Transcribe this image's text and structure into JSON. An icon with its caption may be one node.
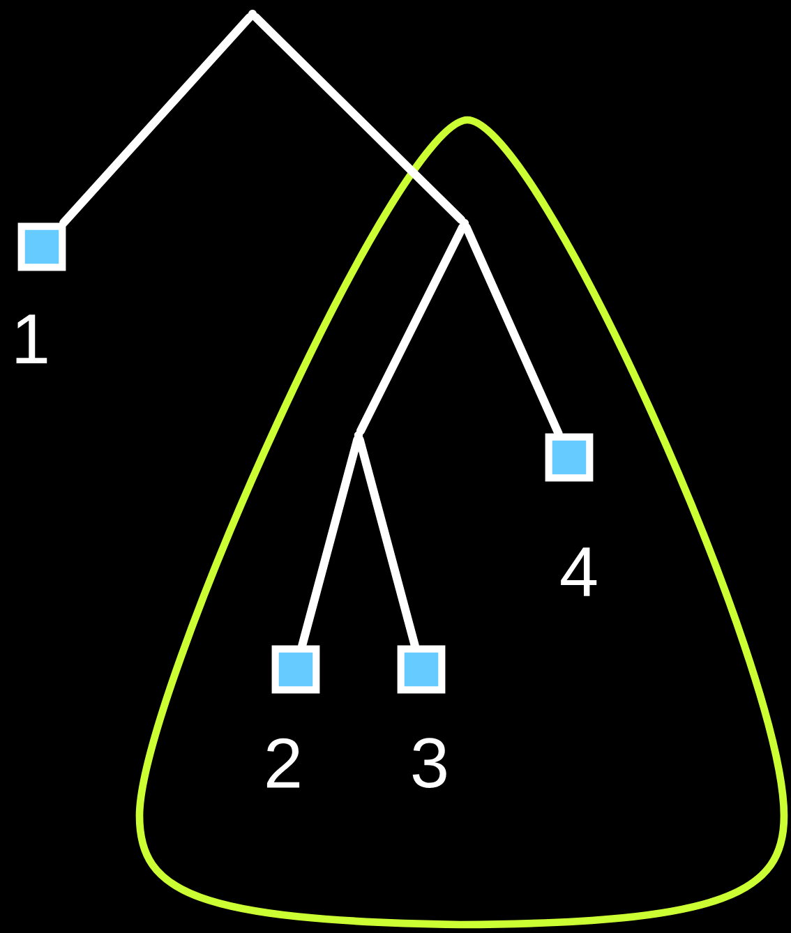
{
  "diagram": {
    "nodes": [
      {
        "text": [],
        "shape": "point"
      },
      {
        "text": [],
        "shape": "loop"
      },
      {
        "text": [],
        "shape": "box",
        "beside": [
          "1"
        ]
      },
      {
        "text": [],
        "shape": "point",
        "in": 1
      },
      {
        "text": [],
        "shape": "point",
        "in": 1
      },
      {
        "text": [],
        "shape": "box",
        "beside": [
          "4"
        ],
        "in": 1
      },
      {
        "text": [],
        "shape": "box",
        "beside": [
          "2"
        ],
        "in": 1
      },
      {
        "text": [],
        "shape": "box",
        "beside": [
          "3"
        ],
        "in": 1
      }
    ],
    "edges": [
      {
        "from": 0,
        "to": 2,
        "arrow": "none"
      },
      {
        "from": 0,
        "to": 3,
        "arrow": "none"
      },
      {
        "from": 3,
        "to": 4,
        "arrow": "none"
      },
      {
        "from": 3,
        "to": 5,
        "arrow": "none"
      },
      {
        "from": 4,
        "to": 6,
        "arrow": "none"
      },
      {
        "from": 4,
        "to": 7,
        "arrow": "none"
      }
    ]
  }
}
